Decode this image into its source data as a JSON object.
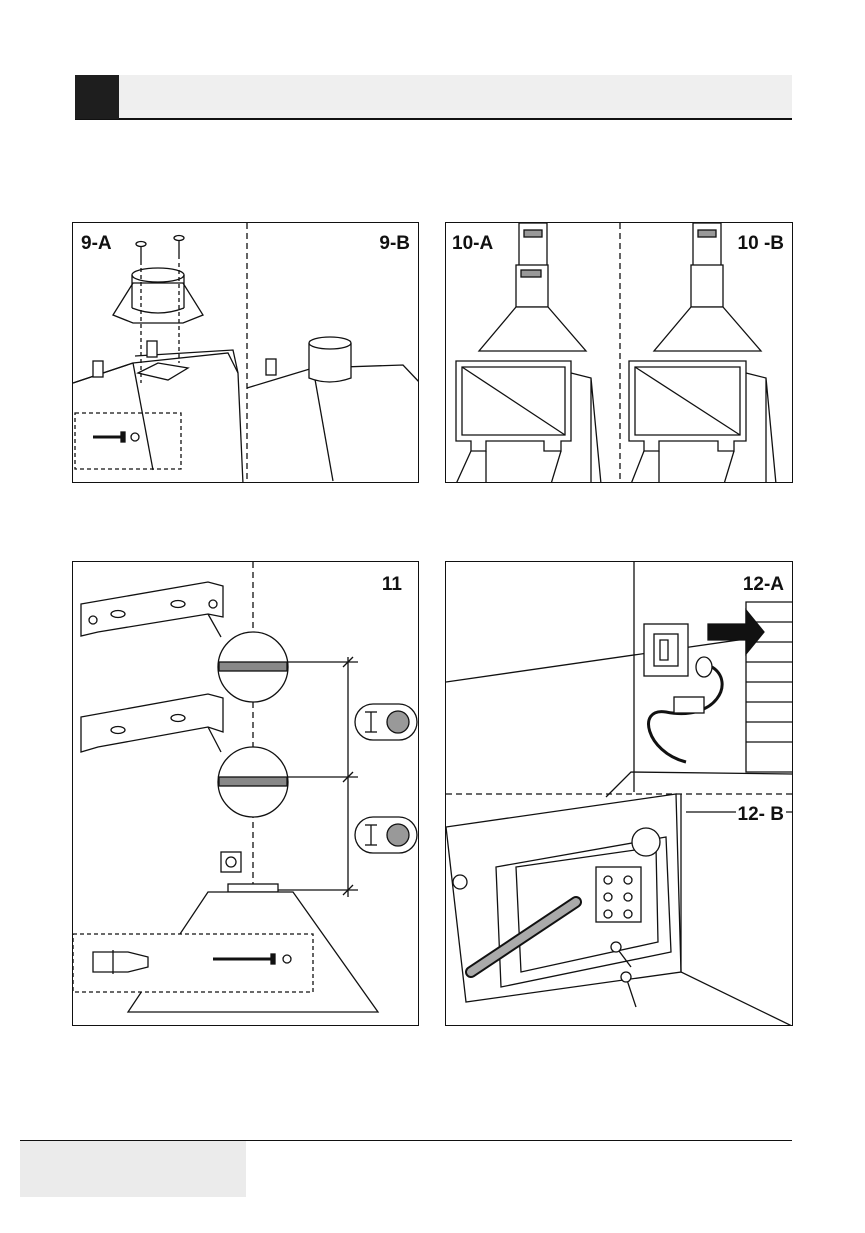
{
  "panels": {
    "p9": {
      "label_a": "9-A",
      "label_b": "9-B"
    },
    "p10": {
      "label_a": "10-A",
      "label_b": "10 -B"
    },
    "p11": {
      "label": "11"
    },
    "p12": {
      "label_a": "12-A",
      "label_b": "12- B"
    }
  },
  "icons": {
    "screw": "screw-icon",
    "wall_plug": "wall-plug-icon",
    "socket": "socket-icon",
    "level": "spirit-level-icon",
    "pencil": "pencil-mark-icon"
  }
}
